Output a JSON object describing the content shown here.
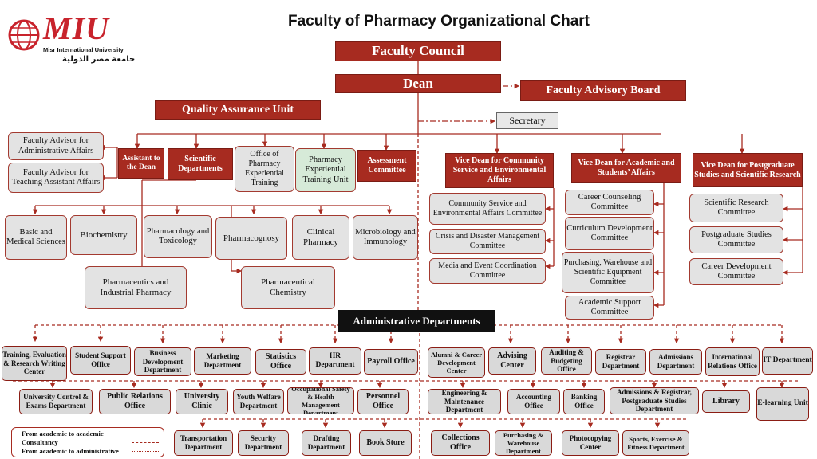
{
  "title": "Faculty of Pharmacy Organizational Chart",
  "logo": {
    "letters": "MIU",
    "university_en": "Misr International University",
    "university_ar": "جامعة مصر الدولية",
    "colors": {
      "red": "#c8232c",
      "dark": "#111111"
    }
  },
  "colors": {
    "header_red": "#a72b20",
    "border_red": "#a33a30",
    "box_light": "#e3e3e3",
    "box_gray": "#d9d9d9",
    "box_green": "#d6ead8",
    "black": "#111111"
  },
  "nodes": {
    "faculty_council": "Faculty Council",
    "dean": "Dean",
    "faculty_advisory_board": "Faculty Advisory Board",
    "quality_assurance": "Quality Assurance Unit",
    "secretary": "Secretary",
    "fa_admin": "Faculty Advisor for Administrative Affairs",
    "fa_ta": "Faculty Advisor for Teaching Assistant Affairs",
    "assistant_dean": "Assistant to the Dean",
    "scientific_departments": "Scientific Departments",
    "office_pet": "Office of Pharmacy Experiential Training",
    "pet_unit": "Pharmacy Experiential Training Unit",
    "assessment_committee": "Assessment Committee",
    "vd_community": "Vice Dean for Community Service and Environmental Affairs",
    "vd_academic": "Vice Dean for Academic and Students’ Affairs",
    "vd_postgrad": "Vice Dean for Postgraduate Studies and Scientific Research",
    "basic_medical": "Basic and Medical Sciences",
    "biochemistry": "Biochemistry",
    "pharmacology": "Pharmacology and Toxicology",
    "pharmacognosy": "Pharmacognosy",
    "clinical_pharmacy": "Clinical Pharmacy",
    "microbiology": "Microbiology and Immunology",
    "pharmaceutics": "Pharmaceutics and Industrial Pharmacy",
    "pharm_chem": "Pharmaceutical Chemistry",
    "csea_committee": "Community Service and Environmental Affairs Committee",
    "crisis_committee": "Crisis and Disaster Management Committee",
    "media_committee": "Media and Event Coordination Committee",
    "career_counseling": "Career Counseling Committee",
    "curriculum": "Curriculum Development Committee",
    "purchasing_committee": "Purchasing, Warehouse and Scientific Equipment Committee",
    "academic_support": "Academic Support Committee",
    "scientific_research": "Scientific Research Committee",
    "postgrad_committee": "Postgraduate Studies Committee",
    "career_dev": "Career Development Committee",
    "admin_departments": "Administrative Departments"
  },
  "admin_row1": [
    "Training, Evaluation & Research Writing Center",
    "Student Support Office",
    "Business Development Department",
    "Marketing Department",
    "Statistics Office",
    "HR Department",
    "Payroll Office",
    "Alumni & Career Development Center",
    "Advising Center",
    "Auditing & Budgeting Office",
    "Registrar Department",
    "Admissions Department",
    "International Relations Office",
    "IT Department"
  ],
  "admin_row2": [
    "University Control & Exams Department",
    "Public Relations Office",
    "University Clinic",
    "Youth Welfare Department",
    "Occupational Safety & Health Management Department",
    "Personnel Office",
    "Engineering & Maintenance Department",
    "Accounting Office",
    "Banking Office",
    "Admissions & Registrar, Postgraduate Studies Department",
    "Library",
    "E-learning Unit"
  ],
  "admin_row3": [
    "Transportation Department",
    "Security Department",
    "Drafting Department",
    "Book Store",
    "Collections Office",
    "Purchasing & Warehouse Department",
    "Photocopying Center",
    "Sports, Exercise & Fitness Department"
  ],
  "legend": {
    "academic_to_academic": "From academic to academic",
    "consultancy": "Consultancy",
    "academic_to_admin": "From academic to administrative"
  }
}
